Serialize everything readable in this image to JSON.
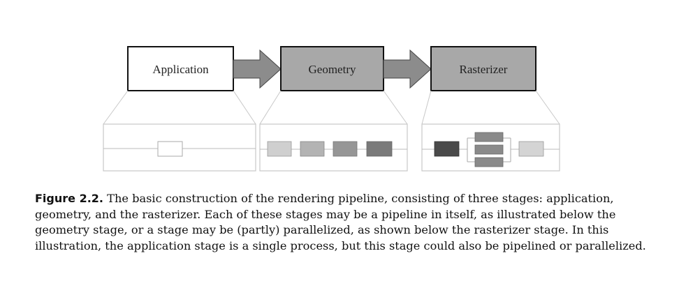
{
  "stages": [
    {
      "label": "Application"
    },
    {
      "label": "Geometry"
    },
    {
      "label": "Rasterizer"
    }
  ],
  "colors": {
    "application_fill": "#ffffff",
    "stage_fill": "#a8a8a8",
    "arrow_fill": "#8c8c8c",
    "geometry_sub_1": "#cfcfcf",
    "geometry_sub_2": "#b3b3b3",
    "geometry_sub_3": "#969696",
    "geometry_sub_4": "#7a7a7a",
    "raster_sub_dark": "#4a4a4a",
    "raster_sub_mid": "#8a8a8a",
    "raster_sub_light": "#d4d4d4"
  },
  "caption": {
    "label": "Figure 2.2.",
    "text": "The basic construction of the rendering pipeline, consisting of three stages: application, geometry, and the rasterizer. Each of these stages may be a pipeline in itself, as illustrated below the geometry stage, or a stage may be (partly) parallelized, as shown below the rasterizer stage. In this illustration, the application stage is a single process, but this stage could also be pipelined or parallelized."
  }
}
